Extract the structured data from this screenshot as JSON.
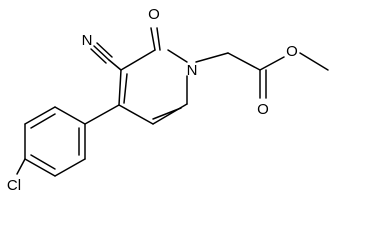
{
  "molecule": {
    "atoms": {
      "nitrile_n": "N",
      "carbonyl_o": "O",
      "ring_n": "N",
      "ester_o_single": "O",
      "ester_o_double": "O",
      "chlorine": "Cl"
    }
  },
  "colors": {
    "bond": "#000000",
    "background": "#ffffff"
  }
}
